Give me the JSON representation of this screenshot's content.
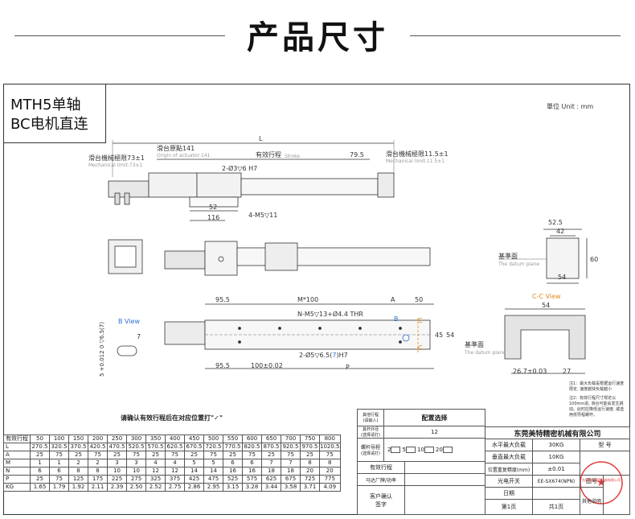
{
  "page": {
    "title": "产品尺寸"
  },
  "model": {
    "line1": "MTH5单轴",
    "line2": "BC电机直连"
  },
  "unit": "單位 Unit : mm",
  "dims": {
    "L": "L",
    "stroke_cn": "有效行程",
    "stroke_en": "Stroke",
    "origin_cn": "滑台原點141",
    "origin_en": "Origin of actuator:141",
    "limit_left_cn": "滑台機械極限73±1",
    "limit_left_en": "Mechanical limit:73±1",
    "limit_right_cn": "滑台機械極限11.5±1",
    "limit_right_en": "Mechanical limit:11.5±1",
    "d79_5": "79.5",
    "hole1": "2-Ø3▽6 H7",
    "d52": "52",
    "d116": "116",
    "hole2": "4-M5▽11",
    "d52_5": "52.5",
    "d42": "42",
    "d60": "60",
    "d54": "54",
    "datum_cn": "基準面",
    "datum_en": "The datum plane",
    "d95_5a": "95.5",
    "m100": "M*100",
    "dA": "A",
    "d50": "50",
    "thr": "N-M5▽13+Ø4.4 THR",
    "b_mark": "B",
    "c_mark": "C",
    "d45": "45",
    "d54b": "54",
    "hole3_pre": "2-Ø5▽6.5(",
    "hole3_num": "7",
    "hole3_post": ")H7",
    "d95_5b": "95.5",
    "d100": "100±0.02",
    "dP": "P",
    "bview": "B View",
    "bview_tol_pre": "5 +0.012",
    "bview_tol_mid": "0",
    "bview_tol_post": "▽6.5(7)",
    "d7": "7",
    "cc_view": "C-C View",
    "cc_54": "54",
    "datum2_cn": "基準面",
    "datum2_en": "The datum plane",
    "d26_7": "26.7±0.03",
    "d27": "27",
    "note1": "注1：最大负载是根据运行速度限定, 速度越快负载越小",
    "note2": "注2：有效行程尺寸规定以100mm进, 滑台可能会发生跳动。此时应降低运行速度, 或选用低导程螺杆。"
  },
  "table": {
    "notice": "请确认有效行程后在对应位置打\"✓\"",
    "headers": [
      "有效行程",
      "50",
      "100",
      "150",
      "200",
      "250",
      "300",
      "350",
      "400",
      "450",
      "500",
      "550",
      "600",
      "650",
      "700",
      "750",
      "800"
    ],
    "rows": [
      {
        "label": "L",
        "values": [
          "270.5",
          "320.5",
          "370.5",
          "420.5",
          "470.5",
          "520.5",
          "570.5",
          "620.5",
          "670.5",
          "720.5",
          "770.5",
          "820.5",
          "870.5",
          "920.5",
          "970.5",
          "1020.5"
        ]
      },
      {
        "label": "A",
        "values": [
          "25",
          "75",
          "25",
          "75",
          "25",
          "75",
          "25",
          "75",
          "25",
          "75",
          "25",
          "75",
          "25",
          "75",
          "25",
          "75"
        ]
      },
      {
        "label": "M",
        "values": [
          "1",
          "1",
          "2",
          "2",
          "3",
          "3",
          "4",
          "4",
          "5",
          "5",
          "6",
          "6",
          "7",
          "7",
          "8",
          "8"
        ]
      },
      {
        "label": "N",
        "values": [
          "6",
          "6",
          "8",
          "8",
          "10",
          "10",
          "12",
          "12",
          "14",
          "14",
          "16",
          "16",
          "18",
          "18",
          "20",
          "20"
        ]
      },
      {
        "label": "P",
        "values": [
          "25",
          "75",
          "125",
          "175",
          "225",
          "275",
          "325",
          "375",
          "425",
          "475",
          "525",
          "575",
          "625",
          "675",
          "725",
          "775"
        ]
      },
      {
        "label": "KG",
        "values": [
          "1.65",
          "1.79",
          "1.92",
          "2.11",
          "2.39",
          "2.50",
          "2.52",
          "2.75",
          "2.86",
          "2.95",
          "3.15",
          "3.28",
          "3.44",
          "3.58",
          "3.71",
          "4.09"
        ]
      }
    ]
  },
  "config": {
    "title": "配置选择",
    "outer_cn": "其他行程",
    "outer_sub": "(请输入)",
    "rod_dia_cn": "其杆外径",
    "rod_dia_sub": "(选择请打)",
    "rod_dia_val": "12",
    "lead_cn": "螺杆导程",
    "lead_sub": "(选择请打)",
    "lead_opts": [
      "2",
      "5",
      "10",
      "20"
    ],
    "stroke_cn": "有效行程",
    "motor_cn": "马达厂牌/功率",
    "customer_cn": "客户确认",
    "sign_cn": "签字"
  },
  "spec": {
    "company": "东莞美特精密机械有限公司",
    "rows": [
      {
        "k": "水平最大负载",
        "v": "30KG"
      },
      {
        "k": "垂直最大负载",
        "v": "10KG"
      },
      {
        "k": "位置重复精度(mm)",
        "v": "±0.01"
      },
      {
        "k": "光电开关",
        "v": "EE-SX674(NPN)"
      },
      {
        "k": "日期",
        "v": ""
      },
      {
        "k": "第1页",
        "v": "共1页"
      }
    ],
    "model_label": "型    号",
    "drawing_no": "图号",
    "other": "其他说明",
    "stamp": "东莞美特精密机械有限公司"
  }
}
